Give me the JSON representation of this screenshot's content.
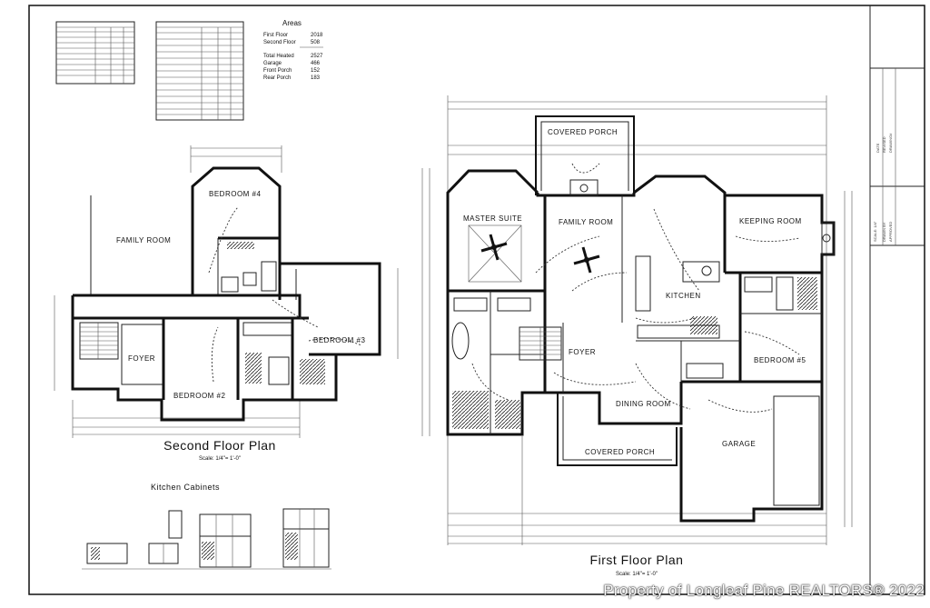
{
  "areas": {
    "title": "Areas",
    "rows": [
      {
        "label": "First Floor",
        "value": "2018"
      },
      {
        "label": "Second Floor",
        "value": "508"
      },
      {
        "label": "Total Heated",
        "value": "2527"
      },
      {
        "label": "Garage",
        "value": "466"
      },
      {
        "label": "Front Porch",
        "value": "152"
      },
      {
        "label": "Rear Porch",
        "value": "183"
      }
    ]
  },
  "second_floor": {
    "title": "Second Floor Plan",
    "scale": "Scale: 1/4\"= 1'-0\"",
    "rooms": {
      "bedroom4": "BEDROOM #4",
      "family": "FAMILY ROOM",
      "bedroom3": "BEDROOM #3",
      "foyer": "FOYER",
      "bedroom2": "BEDROOM #2"
    }
  },
  "first_floor": {
    "title": "First Floor Plan",
    "scale": "Scale: 1/4\"= 1'-0\"",
    "rooms": {
      "covered_porch_rear": "COVERED PORCH",
      "master_suite": "MASTER SUITE",
      "family": "FAMILY ROOM",
      "keeping": "KEEPING ROOM",
      "kitchen": "KITCHEN",
      "foyer": "FOYER",
      "bedroom5": "BEDROOM #5",
      "dining": "DINING ROOM",
      "garage": "GARAGE",
      "covered_porch_front": "COVERED PORCH"
    }
  },
  "kitchen_cabinets": {
    "title": "Kitchen Cabinets"
  },
  "title_block": {
    "date": "DATE",
    "revised": "REVISED",
    "drawing": "DRAWING#",
    "scale": "SCALE: 1/4\"",
    "drawn_by": "DRAWN BY",
    "approved": "APPROVED"
  },
  "watermark": "Property of Longleaf Pine REALTORS® 2022"
}
